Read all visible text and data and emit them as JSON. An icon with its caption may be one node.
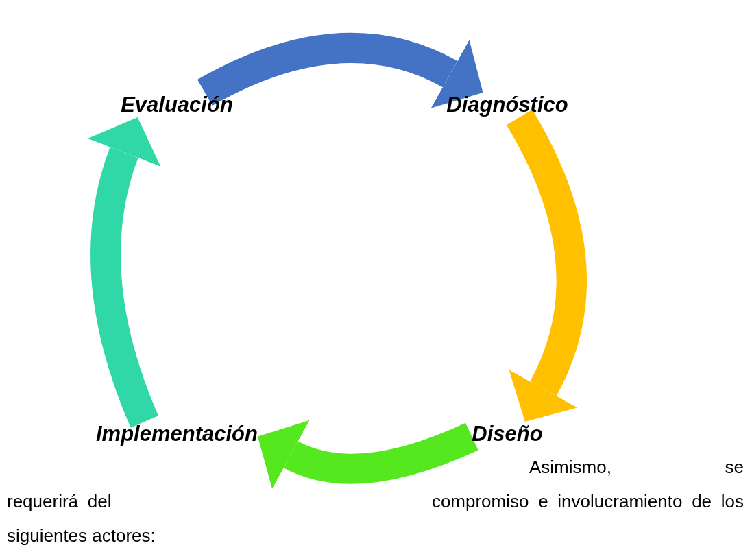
{
  "diagram": {
    "nodes": [
      {
        "text": [
          "Evaluación"
        ]
      },
      {
        "text": [
          "Diagnóstico"
        ]
      },
      {
        "text": [
          "Diseño"
        ]
      },
      {
        "text": [
          "Implementación"
        ]
      }
    ],
    "edges": [
      {
        "from": 0,
        "to": 1,
        "arrow": "to",
        "color": "#4472c4"
      },
      {
        "from": 1,
        "to": 2,
        "arrow": "to",
        "color": "#ffc000"
      },
      {
        "from": 2,
        "to": 3,
        "arrow": "to",
        "color": "#55e81e"
      },
      {
        "from": 3,
        "to": 0,
        "arrow": "to",
        "color": "#2fd8a6"
      }
    ],
    "labels": [
      "Asimismo, se requerirá del compromiso e involucramiento de los siguientes actores:"
    ]
  }
}
